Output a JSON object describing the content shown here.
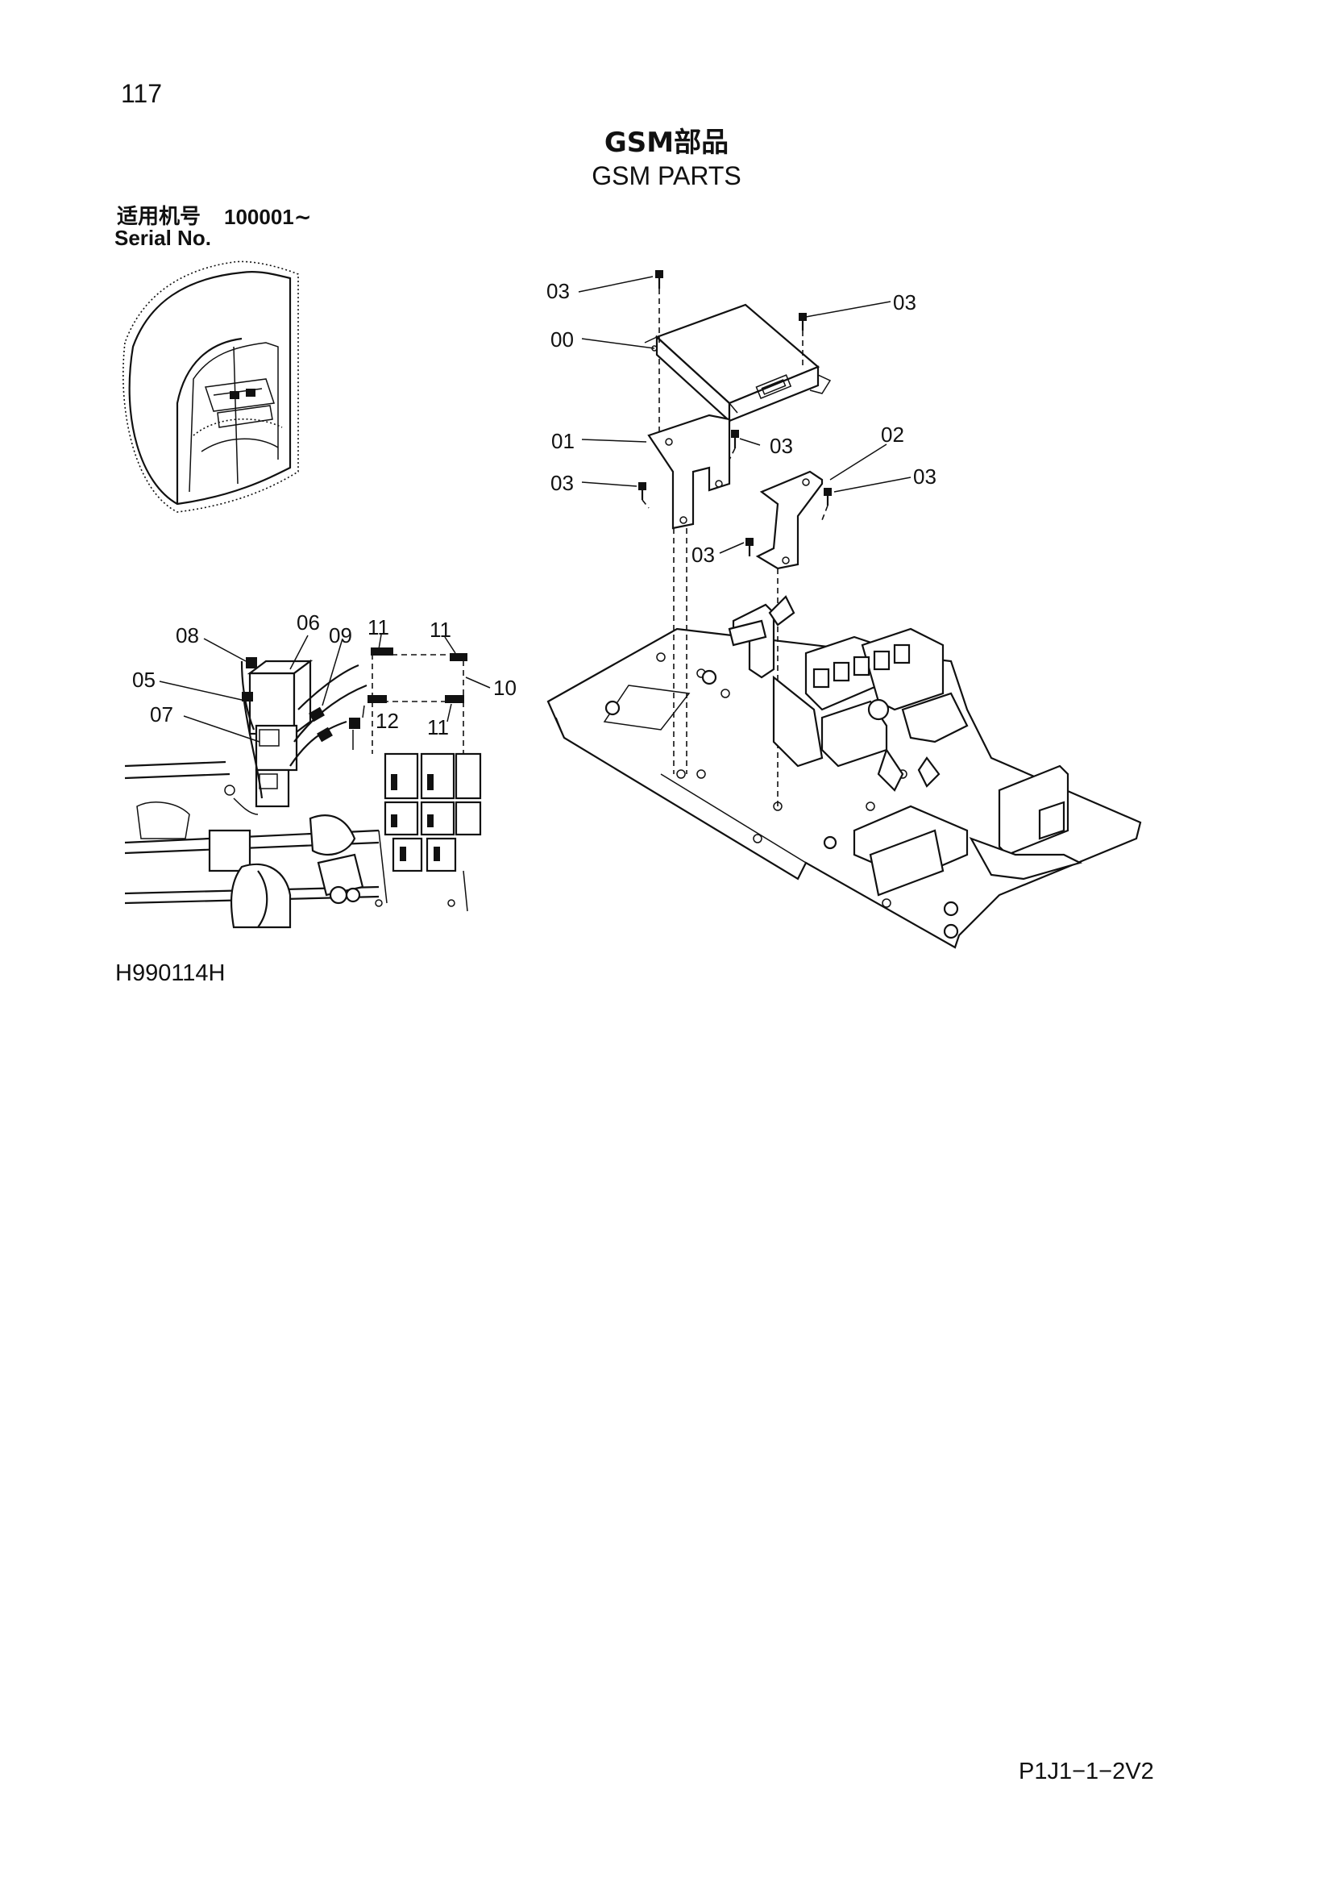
{
  "page": {
    "number": "117",
    "title_cn": "GSM部品",
    "title_en": "GSM PARTS",
    "serial_label_cn": "适用机号",
    "serial_range": "100001∼",
    "serial_label_en": "Serial No.",
    "drawing_code": "H990114H",
    "page_ref": "P1J1−1−2V2"
  },
  "callouts": {
    "c00": "00",
    "c01": "01",
    "c02": "02",
    "c03a": "03",
    "c03b": "03",
    "c03c": "03",
    "c03d": "03",
    "c03e": "03",
    "c03f": "03",
    "c05": "05",
    "c06": "06",
    "c07": "07",
    "c08": "08",
    "c09": "09",
    "c10": "10",
    "c11a": "11",
    "c11b": "11",
    "c11c": "11",
    "c12": "12"
  }
}
